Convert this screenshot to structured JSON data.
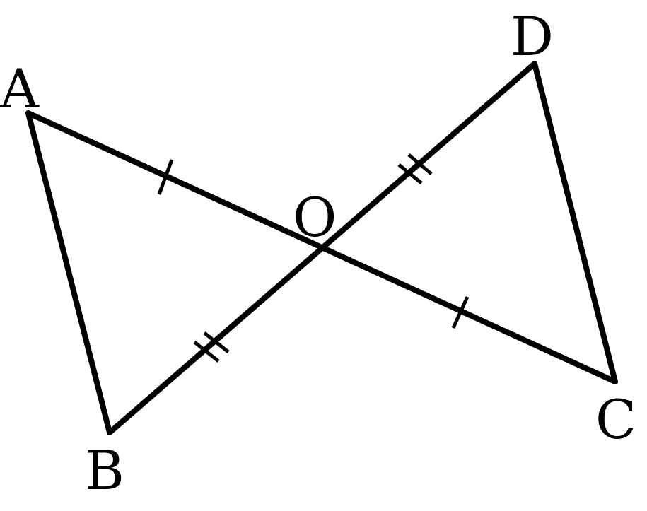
{
  "labels": {
    "A": "A",
    "B": "B",
    "C": "C",
    "D": "D",
    "O": "O"
  },
  "colors": {
    "stroke": "#000000",
    "background": "#ffffff"
  }
}
